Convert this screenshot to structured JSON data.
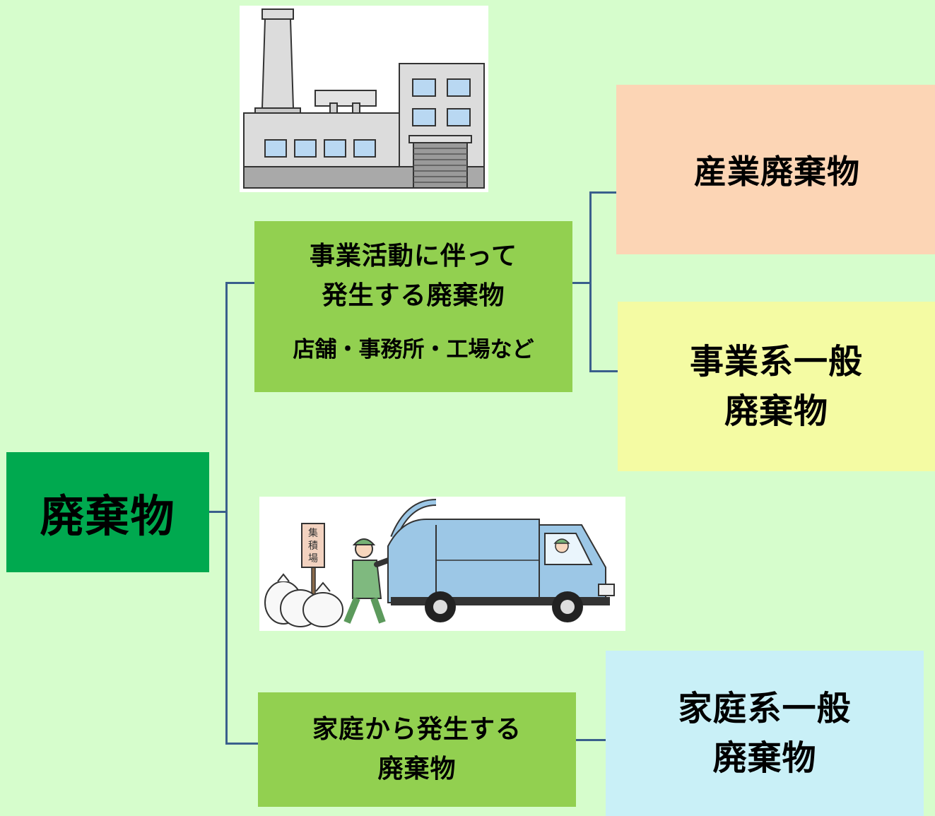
{
  "root": {
    "label": "廃棄物"
  },
  "business_source": {
    "line1": "事業活動に伴って",
    "line2": "発生する廃棄物",
    "examples": "店舗・事務所・工場など"
  },
  "household_source": {
    "line1": "家庭から発生する",
    "line2": "廃棄物"
  },
  "categories": {
    "industrial": {
      "label": "産業廃棄物"
    },
    "business_general": {
      "line1": "事業系一般",
      "line2": "廃棄物"
    },
    "household_general": {
      "line1": "家庭系一般",
      "line2": "廃棄物"
    }
  },
  "illustrations": {
    "factory": "factory-illustration",
    "truck": "garbage-truck-illustration",
    "signboard_text": "集積場"
  },
  "colors": {
    "background": "#d6fdcc",
    "root": "#00a94f",
    "source": "#92d050",
    "industrial": "#fcd5b5",
    "business_general": "#f4fba3",
    "household_general": "#c9f0f7",
    "connector": "#3a5f8c"
  }
}
